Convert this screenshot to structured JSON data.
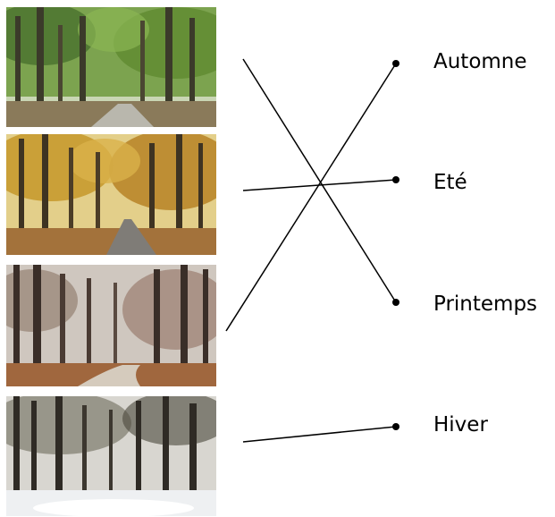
{
  "labels": [
    "Automne",
    "Eté",
    "Printemps",
    "Hiver"
  ],
  "photos": [
    {
      "season": "summer-forest",
      "colors": {
        "sky": "#c9d6b4",
        "canopy": "#6f9a3d",
        "canopy_dark": "#41692a",
        "trunk": "#3b3a2a",
        "ground": "#8a7a5a",
        "road": "#b9b7ad"
      }
    },
    {
      "season": "autumn-forest",
      "colors": {
        "sky": "#e3cf8a",
        "canopy": "#c79a2f",
        "canopy_dark": "#8d6a20",
        "trunk": "#3e3322",
        "ground": "#a3723b",
        "road": "#7f7c77"
      }
    },
    {
      "season": "late-autumn-forest",
      "colors": {
        "sky": "#cfc7bf",
        "canopy": "#9a7e6f",
        "canopy_dark": "#6b5246",
        "trunk": "#3a2e28",
        "ground": "#a0673e",
        "road": "#d5cbbd"
      }
    },
    {
      "season": "winter-forest",
      "colors": {
        "sky": "#d8d6d0",
        "canopy": "#6e6a5c",
        "canopy_dark": "#4a463b",
        "trunk": "#2f2b25",
        "ground": "#eef0f2",
        "road": "#e6e8ea"
      }
    }
  ],
  "line_color": "#000000",
  "dot_color": "#000000"
}
